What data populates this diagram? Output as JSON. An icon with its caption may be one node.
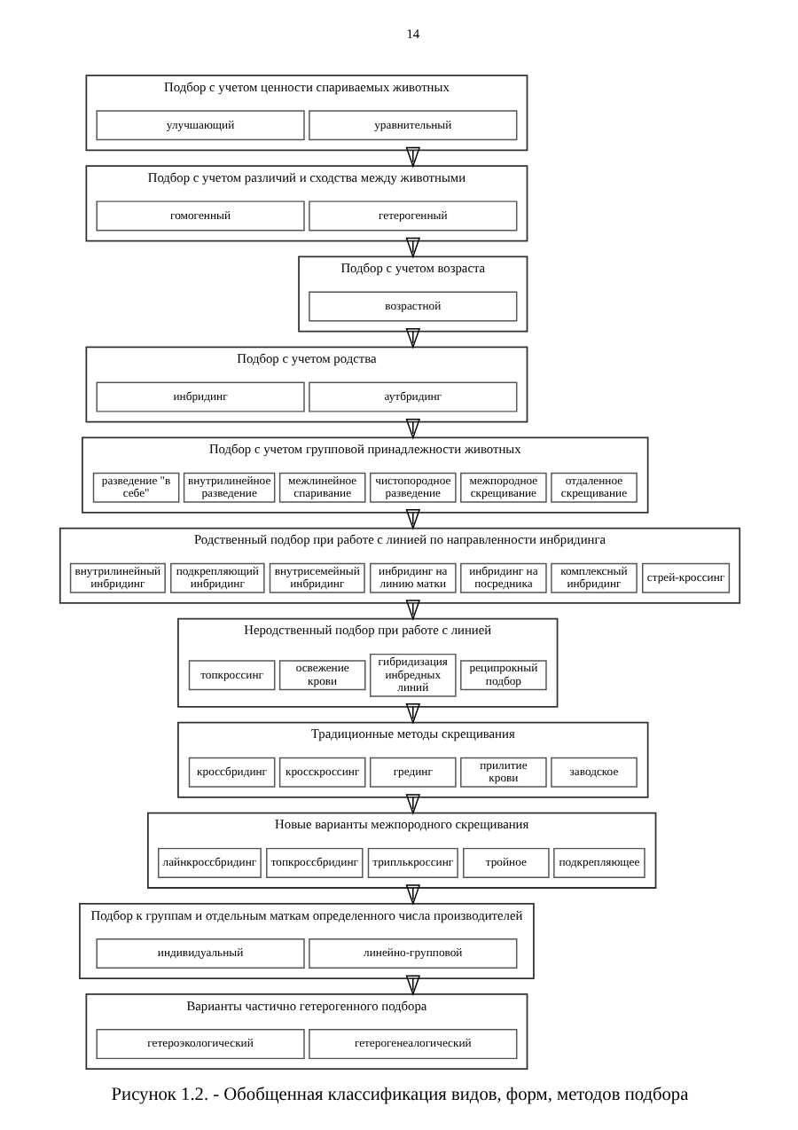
{
  "diagram": {
    "caption": "Рисунок 1.2. - Обобщенная классификация видов, форм, методов подбора",
    "nodes": [
      {
        "text": [
          "Подбор с учетом ценности спариваемых животных"
        ]
      },
      {
        "text": [
          "улучшающий"
        ],
        "in": 0
      },
      {
        "text": [
          "уравнительный"
        ],
        "in": 0
      },
      {
        "text": [
          "Подбор с учетом различий и сходства между животными"
        ]
      },
      {
        "text": [
          "гомогенный"
        ],
        "in": 3
      },
      {
        "text": [
          "гетерогенный"
        ],
        "in": 3
      },
      {
        "text": [
          "Подбор с учетом возраста"
        ]
      },
      {
        "text": [
          "возрастной"
        ],
        "in": 6
      },
      {
        "text": [
          "Подбор с учетом родства"
        ]
      },
      {
        "text": [
          "инбридинг"
        ],
        "in": 8
      },
      {
        "text": [
          "аутбридинг"
        ],
        "in": 8
      },
      {
        "text": [
          "Подбор с учетом групповой принадлежности животных"
        ]
      },
      {
        "text": [
          "разведение \"в себе\""
        ],
        "in": 11
      },
      {
        "text": [
          "внутрилинейное разведение"
        ],
        "in": 11
      },
      {
        "text": [
          "межлинейное спаривание"
        ],
        "in": 11
      },
      {
        "text": [
          "чистопородное разведение"
        ],
        "in": 11
      },
      {
        "text": [
          "межпородное скрещивание"
        ],
        "in": 11
      },
      {
        "text": [
          "отдаленное скрещивание"
        ],
        "in": 11
      },
      {
        "text": [
          "Родственный подбор при работе с линией по направленности инбридинга"
        ]
      },
      {
        "text": [
          "внутрилинейный инбридинг"
        ],
        "in": 18
      },
      {
        "text": [
          "подкрепляющий инбридинг"
        ],
        "in": 18
      },
      {
        "text": [
          "внутрисемейный инбридинг"
        ],
        "in": 18
      },
      {
        "text": [
          "инбридинг на линию матки"
        ],
        "in": 18
      },
      {
        "text": [
          "инбридинг на посредника"
        ],
        "in": 18
      },
      {
        "text": [
          "комплексный инбридинг"
        ],
        "in": 18
      },
      {
        "text": [
          "стрей-кроссинг"
        ],
        "in": 18
      },
      {
        "text": [
          "Неродственный подбор при работе с линией"
        ]
      },
      {
        "text": [
          "топкроссинг"
        ],
        "in": 26
      },
      {
        "text": [
          "освежение крови"
        ],
        "in": 26
      },
      {
        "text": [
          "гибридизация инбредных линий"
        ],
        "in": 26
      },
      {
        "text": [
          "реципрокный подбор"
        ],
        "in": 26
      },
      {
        "text": [
          "Традиционные методы скрещивания"
        ]
      },
      {
        "text": [
          "кроссбридинг"
        ],
        "in": 31
      },
      {
        "text": [
          "кросскроссинг"
        ],
        "in": 31
      },
      {
        "text": [
          "грединг"
        ],
        "in": 31
      },
      {
        "text": [
          "прилитие крови"
        ],
        "in": 31
      },
      {
        "text": [
          "заводское"
        ],
        "in": 31
      },
      {
        "text": [
          "Новые варианты межпородного скрещивания"
        ]
      },
      {
        "text": [
          "лайнкроссбридинг"
        ],
        "in": 37
      },
      {
        "text": [
          "топкроссбридинг"
        ],
        "in": 37
      },
      {
        "text": [
          "триплькроссинг"
        ],
        "in": 37
      },
      {
        "text": [
          "тройное"
        ],
        "in": 37
      },
      {
        "text": [
          "подкрепляющее"
        ],
        "in": 37
      },
      {
        "text": [
          "Подбор к группам и отдельным маткам определенного числа производителей"
        ]
      },
      {
        "text": [
          "индивидуальный"
        ],
        "in": 43
      },
      {
        "text": [
          "линейно-групповой"
        ],
        "in": 43
      },
      {
        "text": [
          "Варианты частично гетерогенного подбора"
        ]
      },
      {
        "text": [
          "гетероэкологический"
        ],
        "in": 46
      },
      {
        "text": [
          "гетерогенеалогический"
        ],
        "in": 46
      }
    ],
    "edges": [
      {
        "from": 0,
        "to": 3,
        "arrow": "to"
      },
      {
        "from": 3,
        "to": 6,
        "arrow": "to"
      },
      {
        "from": 6,
        "to": 8,
        "arrow": "to"
      },
      {
        "from": 8,
        "to": 11,
        "arrow": "to"
      },
      {
        "from": 11,
        "to": 18,
        "arrow": "to"
      },
      {
        "from": 18,
        "to": 26,
        "arrow": "to"
      },
      {
        "from": 26,
        "to": 31,
        "arrow": "to"
      },
      {
        "from": 31,
        "to": 37,
        "arrow": "to"
      },
      {
        "from": 37,
        "to": 43,
        "arrow": "to"
      },
      {
        "from": 43,
        "to": 46,
        "arrow": "to"
      }
    ],
    "labels": [
      "14"
    ]
  }
}
